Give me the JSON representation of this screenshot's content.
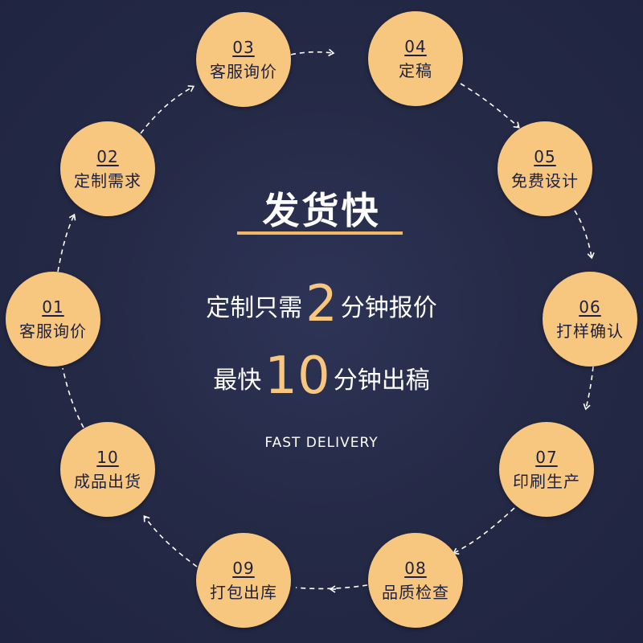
{
  "colors": {
    "background": "#252a47",
    "circle_fill": "#f7c77f",
    "accent": "#f2b865",
    "text_dark": "#1d2040",
    "text_light": "#ffffff",
    "connector": "#ffffff"
  },
  "headline": "发货快",
  "promo": {
    "line1_prefix": "定制只需",
    "line1_number": "2",
    "line1_suffix": "分钟报价",
    "line2_prefix": "最快",
    "line2_number": "10",
    "line2_suffix": "分钟出稿"
  },
  "subtitle": "FAST DELIVERY",
  "steps": [
    {
      "num": "01",
      "label": "客服询价"
    },
    {
      "num": "02",
      "label": "定制需求"
    },
    {
      "num": "03",
      "label": "客服询价"
    },
    {
      "num": "04",
      "label": "定稿"
    },
    {
      "num": "05",
      "label": "免费设计"
    },
    {
      "num": "06",
      "label": "打样确认"
    },
    {
      "num": "07",
      "label": "印刷生产"
    },
    {
      "num": "08",
      "label": "品质检查"
    },
    {
      "num": "09",
      "label": "打包出库"
    },
    {
      "num": "10",
      "label": "成品出货"
    }
  ]
}
